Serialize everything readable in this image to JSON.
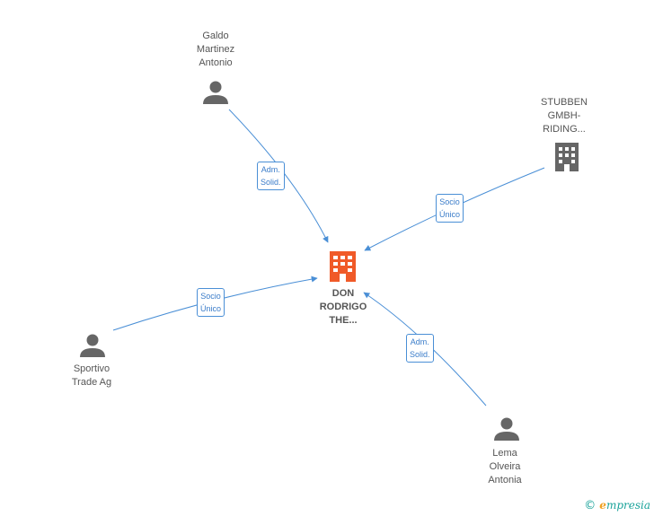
{
  "center": {
    "label": "DON\nRODRIGO\nTHE...",
    "color": "#f05a28"
  },
  "nodes": [
    {
      "id": "galdo",
      "label": "Galdo\nMartinez\nAntonio",
      "kind": "person"
    },
    {
      "id": "stubben",
      "label": "STUBBEN\nGMBH-\nRIDING...",
      "kind": "company"
    },
    {
      "id": "sportivo",
      "label": "Sportivo\nTrade Ag",
      "kind": "person"
    },
    {
      "id": "lema",
      "label": "Lema\nOlveira\nAntonia",
      "kind": "person"
    }
  ],
  "edges": [
    {
      "from": "galdo",
      "label": "Adm.\nSolid."
    },
    {
      "from": "stubben",
      "label": "Socio\nÚnico"
    },
    {
      "from": "sportivo",
      "label": "Socio\nÚnico"
    },
    {
      "from": "lema",
      "label": "Adm.\nSolid."
    }
  ],
  "brand": {
    "copyright": "©",
    "initial": "e",
    "rest": "mpresia"
  },
  "colors": {
    "line": "#4a8fd6",
    "icon": "#666666",
    "accent": "#f05a28"
  }
}
